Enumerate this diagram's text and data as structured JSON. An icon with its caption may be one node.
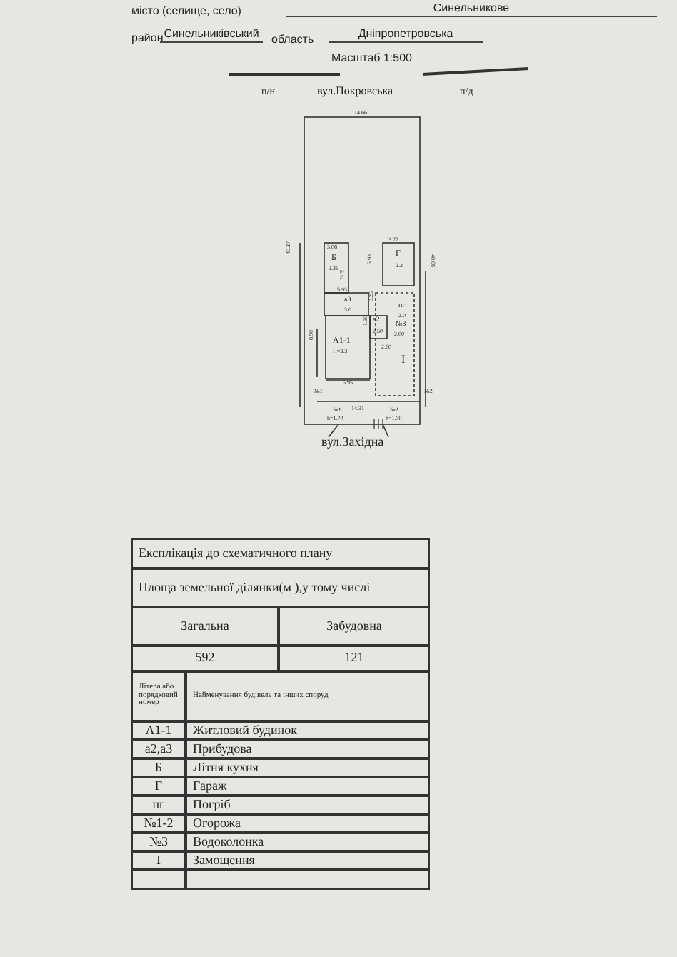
{
  "diagram": {
    "labels": [
      "місто (селище, село)",
      "Синельникове",
      "район",
      "Синельниківський",
      "область",
      "Дніпропетровська",
      "Масштаб 1:500",
      "п/н",
      "вул.Покровська",
      "п/д",
      "14.66",
      "40.27",
      "40.06",
      "3.06",
      "Б",
      "2.36",
      "5.41",
      "3.77",
      "Г",
      "2.2",
      "5.93",
      "5.93",
      "а3",
      "3.0",
      "3.25",
      "а2",
      "1.50",
      "2.50",
      "пг",
      "2.0",
      "№3",
      "2.00",
      "А1-1",
      "Н=3.3",
      "2.60",
      "I",
      "8.90",
      "5.95",
      "№1",
      "№2",
      "№1",
      "14.31",
      "h=1.70",
      "№2",
      "h=1.70",
      "вул.Західна",
      "Експлікація до схематичного плану",
      "Площа земельної ділянки(м ),у тому числі",
      "Загальна",
      "Забудовна",
      "592",
      "121",
      "Літера або порядковий номер",
      "Найменування будівель та інших споруд",
      "А1-1",
      "Житловий будинок",
      "а2,а3",
      "Прибудова",
      "Б",
      "Літня кухня",
      "Г",
      "Гараж",
      "пг",
      "Погріб",
      "№1-2",
      "Огорожа",
      "№3",
      "Водоколонка",
      "I",
      "Замощення"
    ]
  }
}
